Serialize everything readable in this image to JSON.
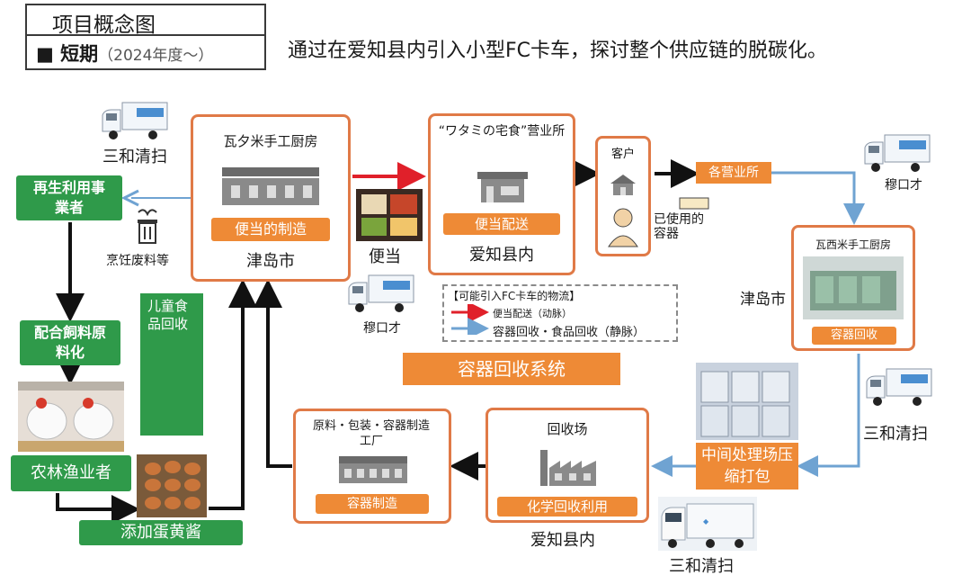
{
  "title": {
    "main": "项目概念图",
    "term_label": "■ 短期",
    "term_period": "（2024年度～）"
  },
  "headline": "通过在爱知县内引入小型FC卡车，探讨整个供应链的脱碳化。",
  "nodes": {
    "kitchen1": {
      "name": "瓦夕米手工厨房",
      "button": "便当的制造",
      "city": "津岛市"
    },
    "office": {
      "name": "“ワタミの宅食”营业所",
      "button": "便当配送",
      "place": "爱知县内"
    },
    "customer": {
      "name": "客户",
      "used": "已使用的容器"
    },
    "branches": "各营业所",
    "kitchen2": {
      "name": "瓦西米手工厨房",
      "button": "容器回收",
      "city": "津岛市"
    },
    "midplant": "中间处理场压缩打包",
    "recycle": {
      "name": "回收场",
      "button": "化学回收利用",
      "place": "爱知县内"
    },
    "factory": {
      "name": "原料・包装・容器制造工厂",
      "button": "容器制造"
    },
    "recycler": "再生利用事業者",
    "feed": "配合飼料原料化",
    "farmer": "农林渔业者",
    "yolk": "添加蛋黄酱",
    "kids": "儿童食品回收",
    "cooking_waste": "烹饪废料等",
    "bento": "便当",
    "system": "容器回收系统"
  },
  "trucks": {
    "t1": "三和清扫",
    "t2": "穆口才",
    "t3": "穆口才",
    "t4": "三和清扫",
    "t5": "三和清扫"
  },
  "legend": {
    "title": "【可能引入FC卡车的物流】",
    "red": "便当配送（动脉）",
    "blue": "容器回收・食品回收（静脉）"
  },
  "colors": {
    "orange": "#ee8a36",
    "orange_border": "#e07a47",
    "green": "#2f9a4a",
    "red_arrow": "#e0202a",
    "blue_arrow": "#6fa3d2"
  }
}
